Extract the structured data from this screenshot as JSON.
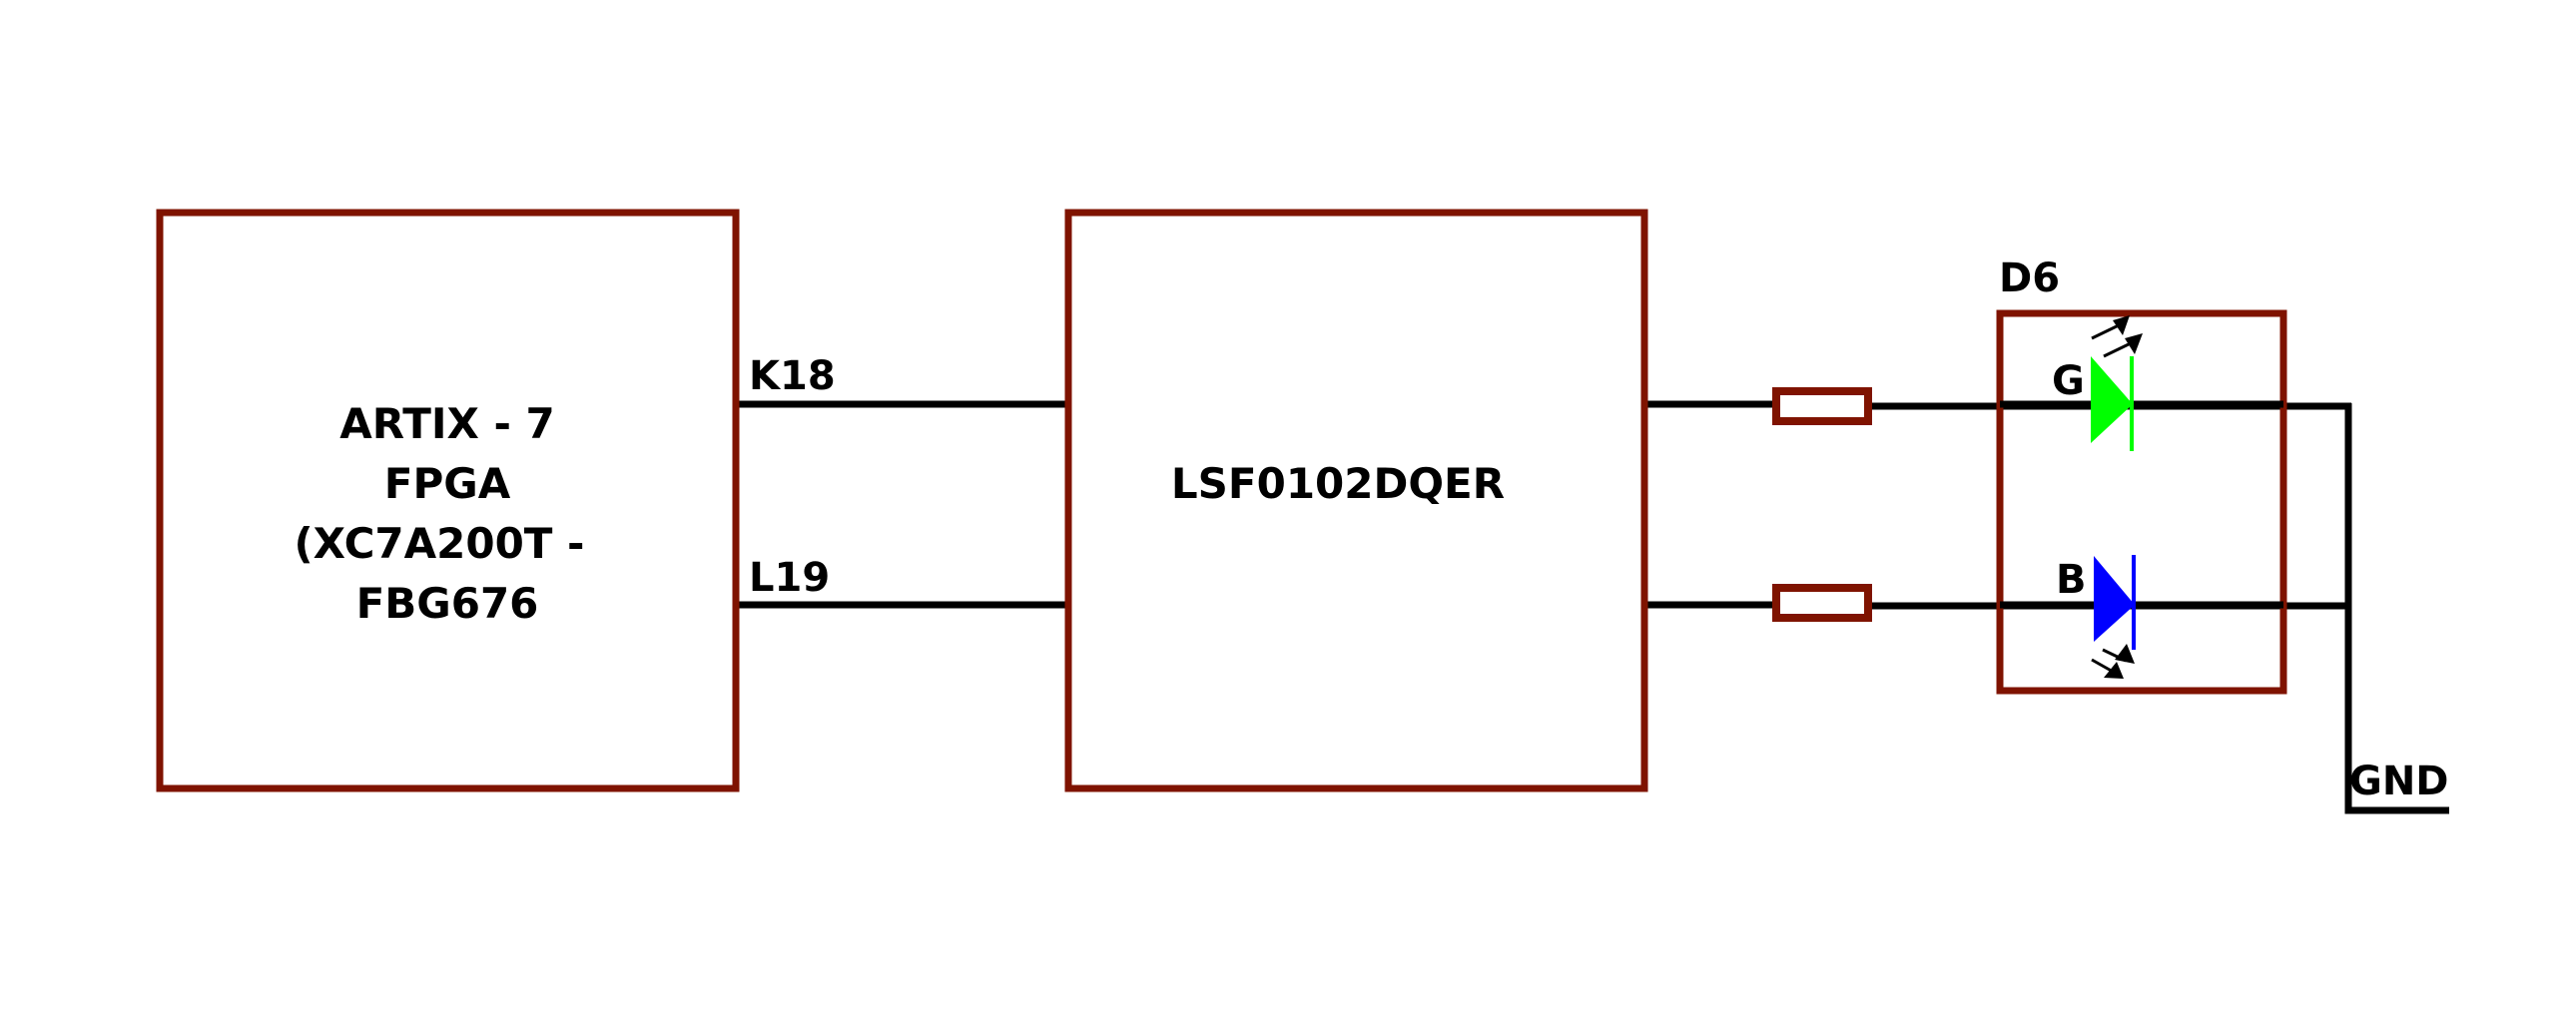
{
  "colors": {
    "box_stroke": "#7f1300",
    "wire": "#000000",
    "led_green": "#00ff00",
    "led_blue": "#0000ff",
    "background": "#ffffff"
  },
  "fpga": {
    "lines": [
      "ARTIX - 7",
      "FPGA",
      "(XC7A200T -",
      "FBG676"
    ]
  },
  "level_shifter": {
    "label": "LSF0102DQER"
  },
  "nets": {
    "k18": "K18",
    "l19": "L19"
  },
  "led": {
    "ref": "D6",
    "green_label": "G",
    "blue_label": "B"
  },
  "ground": {
    "label": "GND"
  }
}
